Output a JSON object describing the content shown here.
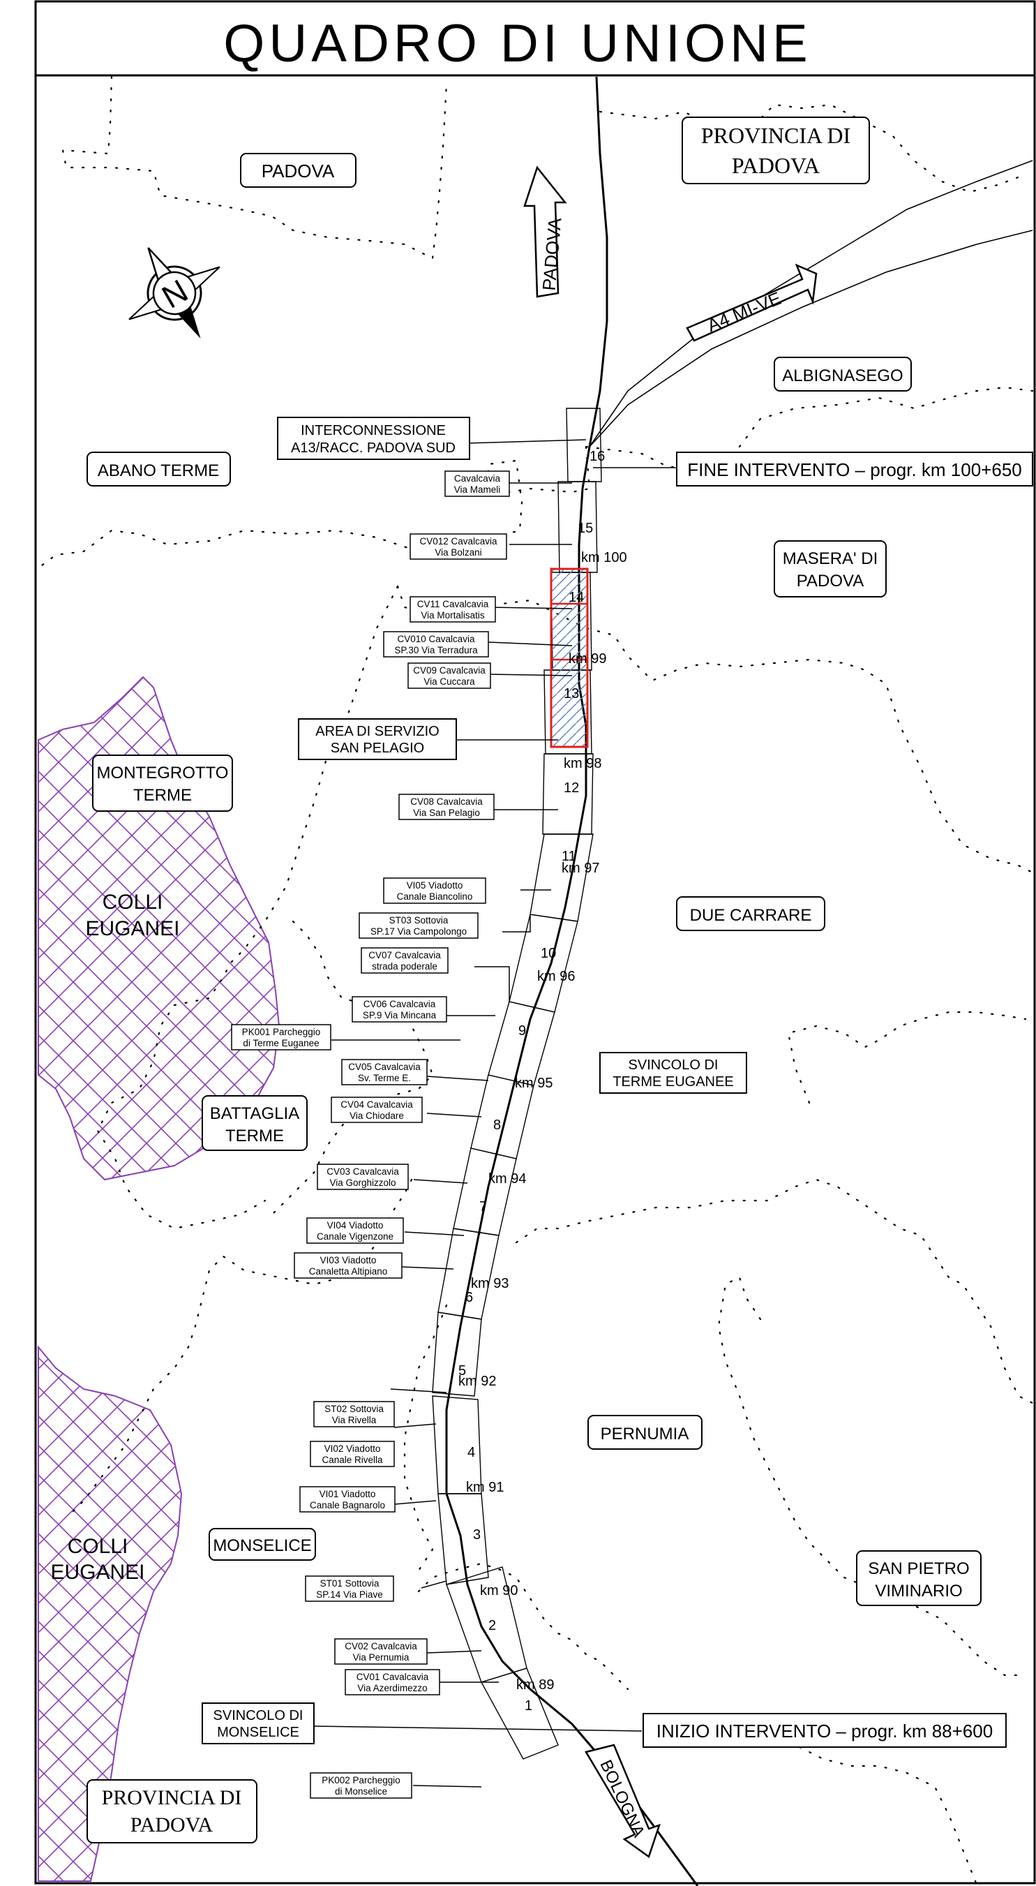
{
  "title": "QUADRO DI UNIONE",
  "compass": {
    "letter": "N",
    "icon": "north-compass-icon"
  },
  "colors": {
    "ink": "#000000",
    "hills_hatch": "#8a3fb5",
    "highlight": "#e0201b",
    "highlight_fill": "#9fb8e0"
  },
  "areas": {
    "provincia_top": "PROVINCIA DI PADOVA",
    "padova": "PADOVA",
    "albignasego": "ALBIGNASEGO",
    "abano": "ABANO TERME",
    "masera": "MASERA' DI PADOVA",
    "montegrotto": "MONTEGROTTO TERME",
    "colli1": "COLLI EUGANEI",
    "due_carrare": "DUE CARRARE",
    "battaglia": "BATTAGLIA TERME",
    "pernumia": "PERNUMIA",
    "monselice": "MONSELICE",
    "colli2": "COLLI EUGANEI",
    "san_pietro": "SAN PIETRO VIMINARIO",
    "provincia_bottom": "PROVINCIA DI PADOVA"
  },
  "directions": {
    "padova": "PADOVA",
    "a4": "A4 MI-VE",
    "bologna": "BOLOGNA"
  },
  "callouts": {
    "fine": "FINE INTERVENTO – progr. km 100+650",
    "inizio": "INIZIO INTERVENTO – progr. km 88+600",
    "interconnessione": "INTERCONNESSIONE A13/RACC. PADOVA SUD",
    "area_servizio": "AREA DI SERVIZIO SAN PELAGIO",
    "svincolo_terme": "SVINCOLO DI TERME EUGANEE",
    "svincolo_monselice": "SVINCOLO DI MONSELICE"
  },
  "structures": {
    "mameli": "Cavalcavia Via Mameli",
    "cv012": "CV012 Cavalcavia Via Bolzani",
    "cv11": "CV11 Cavalcavia Via Mortalisatis",
    "cv010": "CV010 Cavalcavia SP.30 Via Terradura",
    "cv09": "CV09 Cavalcavia Via Cuccara",
    "cv08": "CV08 Cavalcavia Via San Pelagio",
    "vi05": "VI05 Viadotto Canale Biancolino",
    "st03": "ST03 Sottovia SP.17 Via Campolongo",
    "cv07": "CV07 Cavalcavia strada poderale",
    "cv06": "CV06 Cavalcavia SP.9 Via Mincana",
    "pk001": "PK001 Parcheggio di Terme Euganee",
    "cv05": "CV05 Cavalcavia Sv. Terme E.",
    "cv04": "CV04 Cavalcavia Via Chiodare",
    "cv03": "CV03 Cavalcavia Via Gorghizzolo",
    "vi04": "VI04 Viadotto Canale Vigenzone",
    "vi03": "VI03 Viadotto Canaletta Altipiano",
    "st02": "ST02 Sottovia Via Rivella",
    "vi02": "VI02 Viadotto Canale Rivella",
    "vi01": "VI01 Viadotto Canale Bagnarolo",
    "st01": "ST01 Sottovia SP.14 Via Piave",
    "cv02": "CV02 Cavalcavia Via Pernumia",
    "cv01": "CV01 Cavalcavia Via Azerdimezzo",
    "pk002": "PK002 Parcheggio di Monselice"
  },
  "km_markers": [
    "km 100",
    "km 99",
    "km 98",
    "km 97",
    "km 96",
    "km 95",
    "km 94",
    "km 93",
    "km 92",
    "km 91",
    "km 90",
    "km 89"
  ],
  "sheets": [
    "16",
    "15",
    "14",
    "13",
    "12",
    "11",
    "10",
    "9",
    "8",
    "7",
    "6",
    "5",
    "4",
    "3",
    "2",
    "1"
  ]
}
